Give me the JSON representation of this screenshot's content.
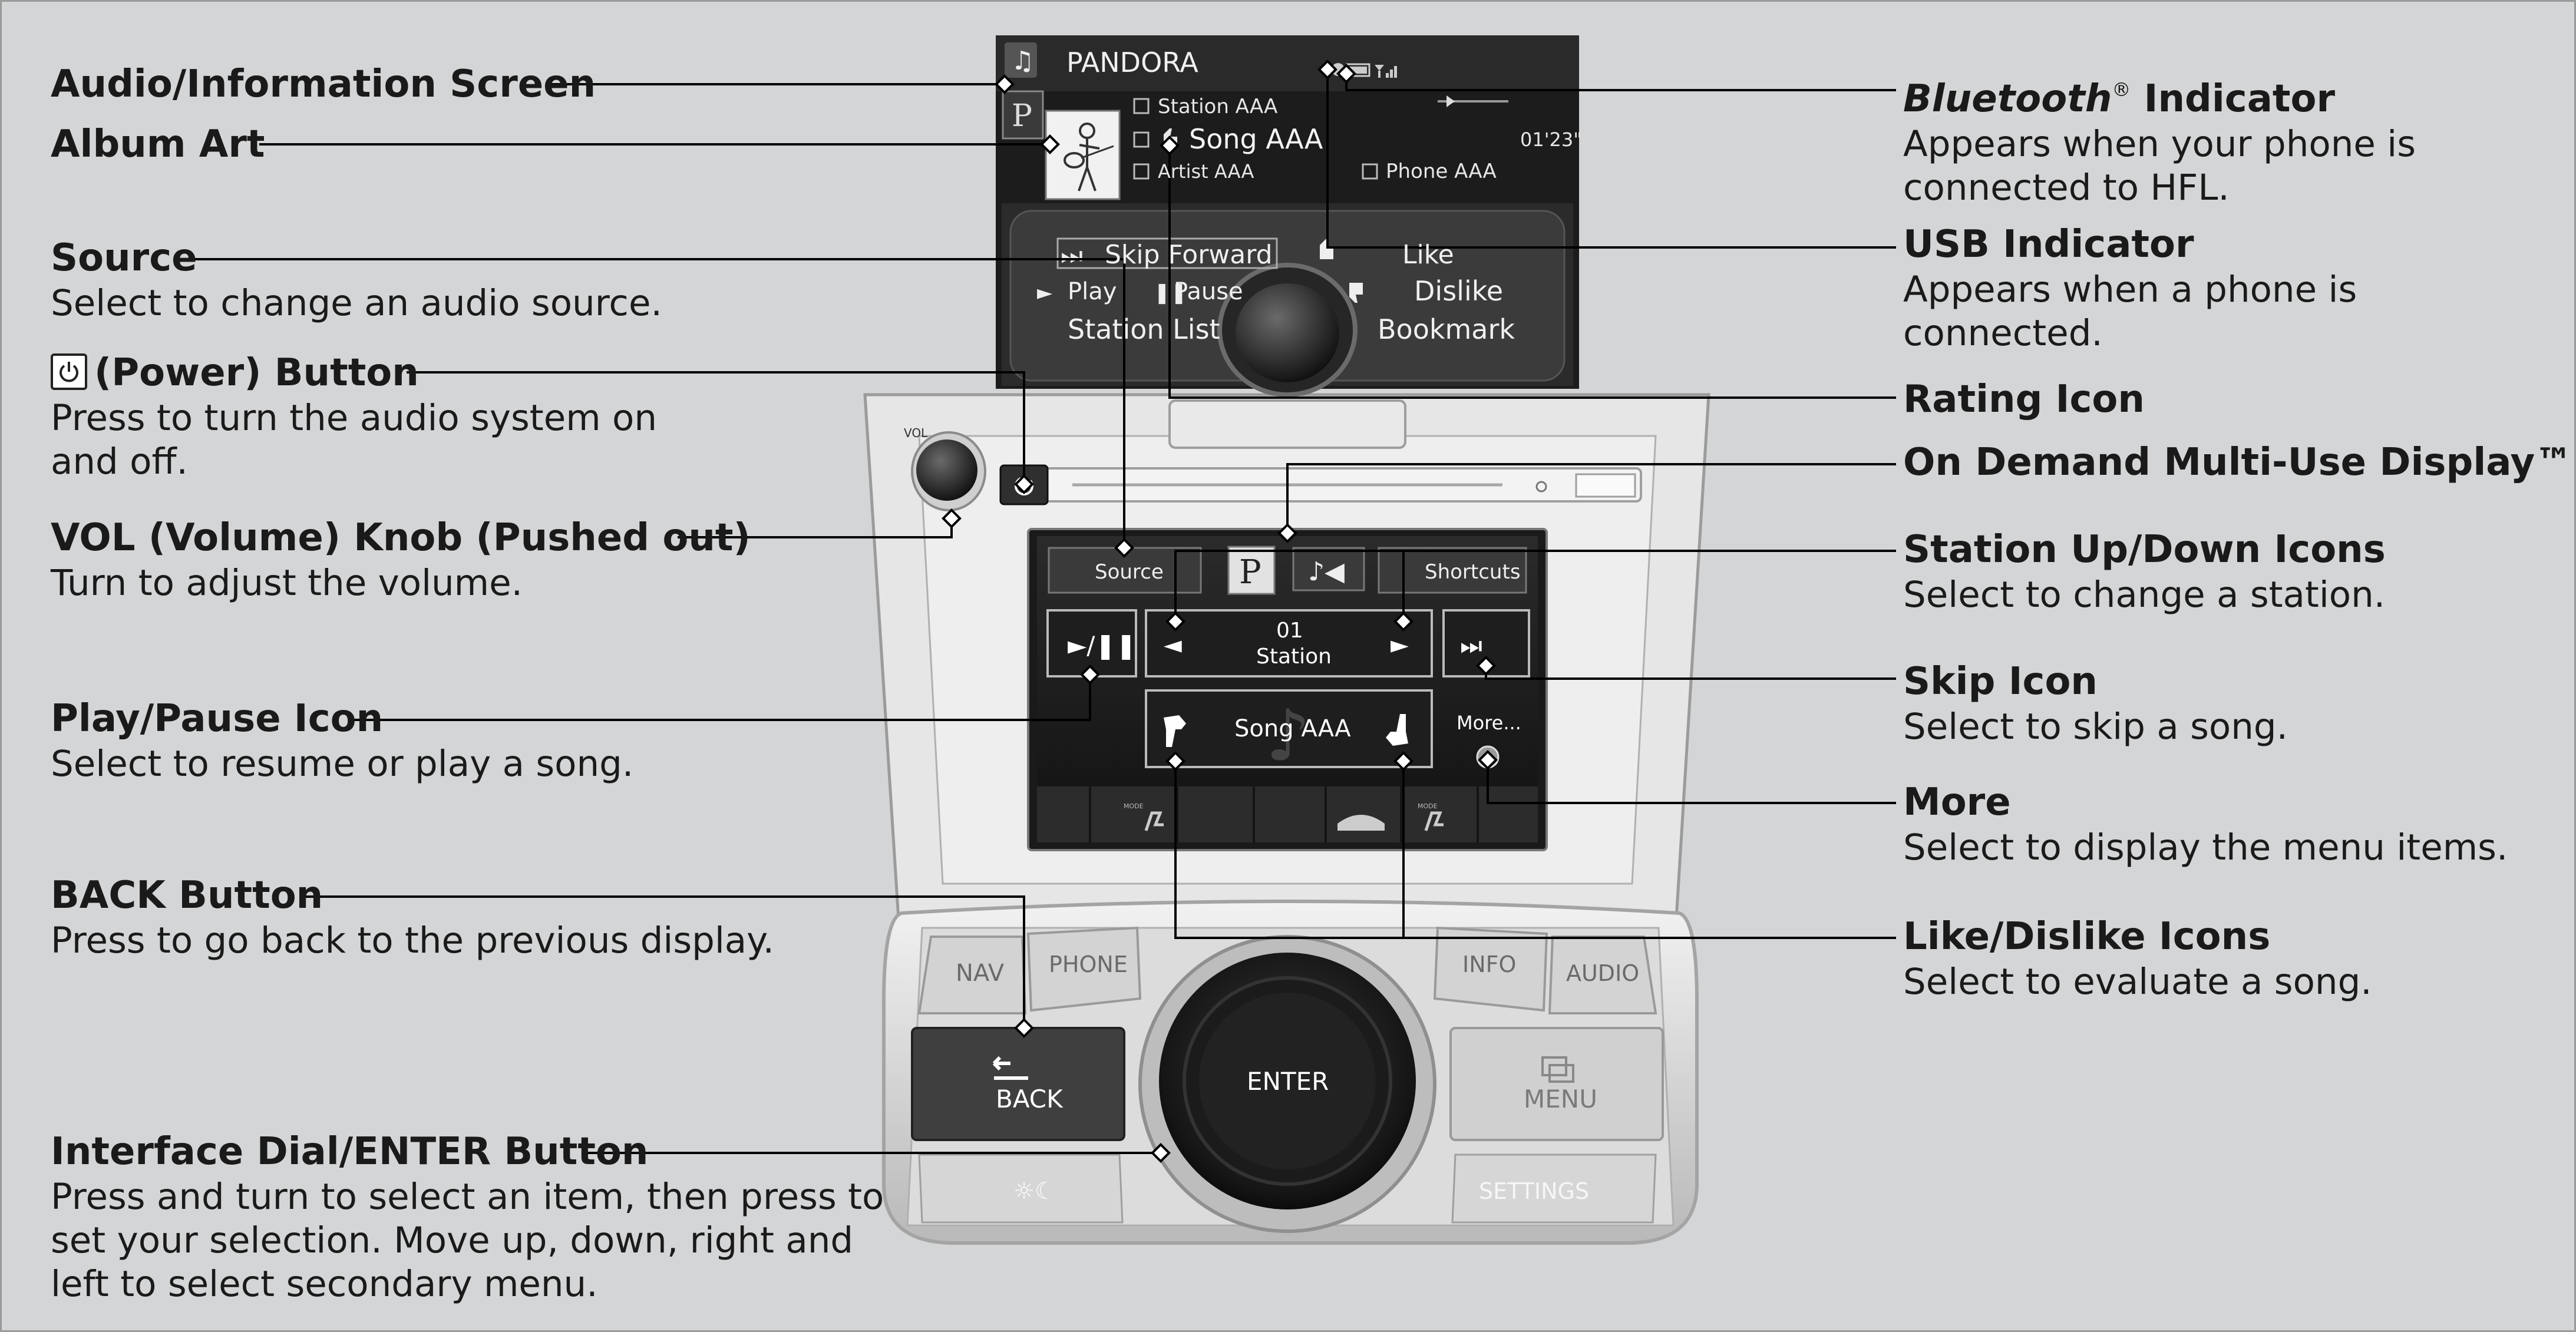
{
  "screen": {
    "source_name": "PANDORA",
    "station": "Station AAA",
    "song": "Song AAA",
    "artist": "Artist AAA",
    "time": "01'23\"",
    "phone": "Phone AAA",
    "menu": {
      "skip_forward": "Skip Forward",
      "like": "Like",
      "play": "Play",
      "pause": "Pause",
      "dislike": "Dislike",
      "station_list": "Station List",
      "bookmark": "Bookmark"
    },
    "vol_label": "VOL"
  },
  "touch": {
    "source": "Source",
    "shortcuts": "Shortcuts",
    "station_num": "01",
    "station": "Station",
    "song": "Song AAA",
    "more": "More...",
    "mode": "MODE"
  },
  "panel": {
    "nav": "NAV",
    "phone": "PHONE",
    "info": "INFO",
    "audio": "AUDIO",
    "back": "BACK",
    "enter": "ENTER",
    "menu": "MENU",
    "settings": "SETTINGS"
  },
  "callouts": {
    "left": [
      {
        "title": "Audio/Information Screen"
      },
      {
        "title": "Album Art"
      },
      {
        "title": "Source",
        "desc": "Select to change an audio source."
      },
      {
        "title": "(Power) Button",
        "desc": "Press to turn the audio system on and off."
      },
      {
        "title": "VOL (Volume) Knob (Pushed out)",
        "desc": "Turn to adjust the volume."
      },
      {
        "title": "Play/Pause Icon",
        "desc": "Select to resume or play a song."
      },
      {
        "title": "BACK Button",
        "desc": "Press to go back to the previous display."
      },
      {
        "title": "Interface Dial/ENTER Button",
        "desc": "Press and turn to select an item, then press to set your selection. Move up, down, right and left to select secondary menu."
      }
    ],
    "right": [
      {
        "title_italic": "Bluetooth",
        "reg": "®",
        "title_rest": " Indicator",
        "desc": "Appears when your phone is connected to HFL."
      },
      {
        "title": "USB Indicator",
        "desc": "Appears when a phone is connected."
      },
      {
        "title": "Rating Icon"
      },
      {
        "title": "On Demand Multi-Use Display™"
      },
      {
        "title": "Station Up/Down Icons",
        "desc": "Select to change a station."
      },
      {
        "title": "Skip Icon",
        "desc": "Select to skip a song."
      },
      {
        "title": "More",
        "desc": "Select to display the menu items."
      },
      {
        "title": "Like/Dislike Icons",
        "desc": "Select to evaluate a song."
      }
    ]
  },
  "colors": {
    "background": "#d4d5d6",
    "screen": "#1b1b1b",
    "leader": "#000000"
  }
}
